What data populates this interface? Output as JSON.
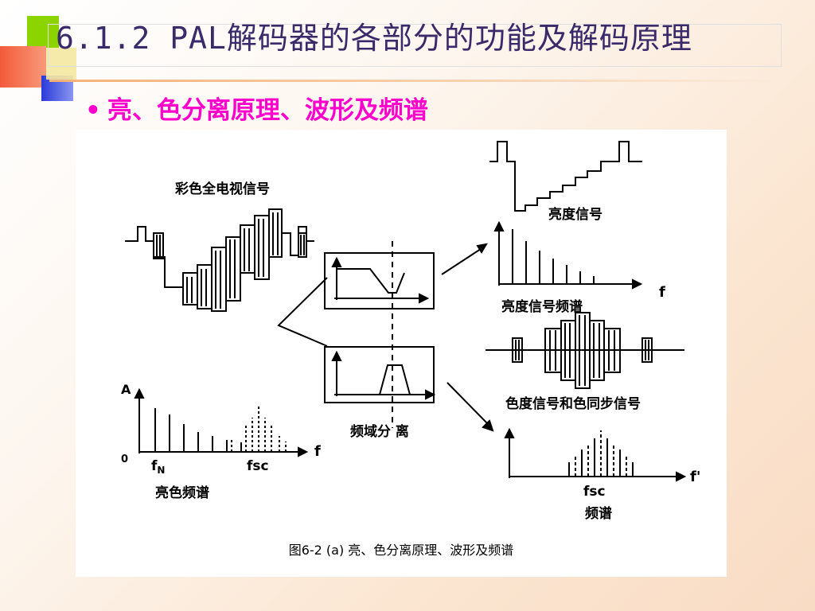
{
  "slide": {
    "title": "6.1.2    PAL解码器的各部分的功能及解码原理",
    "bullet": "亮、色分离原理、波形及频谱"
  },
  "diagram": {
    "label_composite": "彩色全电视信号",
    "label_luma": "亮度信号",
    "label_luma_spectrum": "亮度信号频谱",
    "label_chroma": "色度信号和色同步信号",
    "label_freq_sep": "频域分 离",
    "label_combined_spectrum": "亮色频谱",
    "label_chroma_spectrum": "频谱",
    "axis_A": "A",
    "axis_zero": "0",
    "axis_f1": "f",
    "axis_f2": "f",
    "axis_f3": "f'",
    "label_fN": "f",
    "label_fN_sub": "N",
    "label_fsc1": "fsc",
    "label_fsc2": "fsc"
  },
  "caption": "图6-2 (a) 亮、色分离原理、波形及频谱"
}
